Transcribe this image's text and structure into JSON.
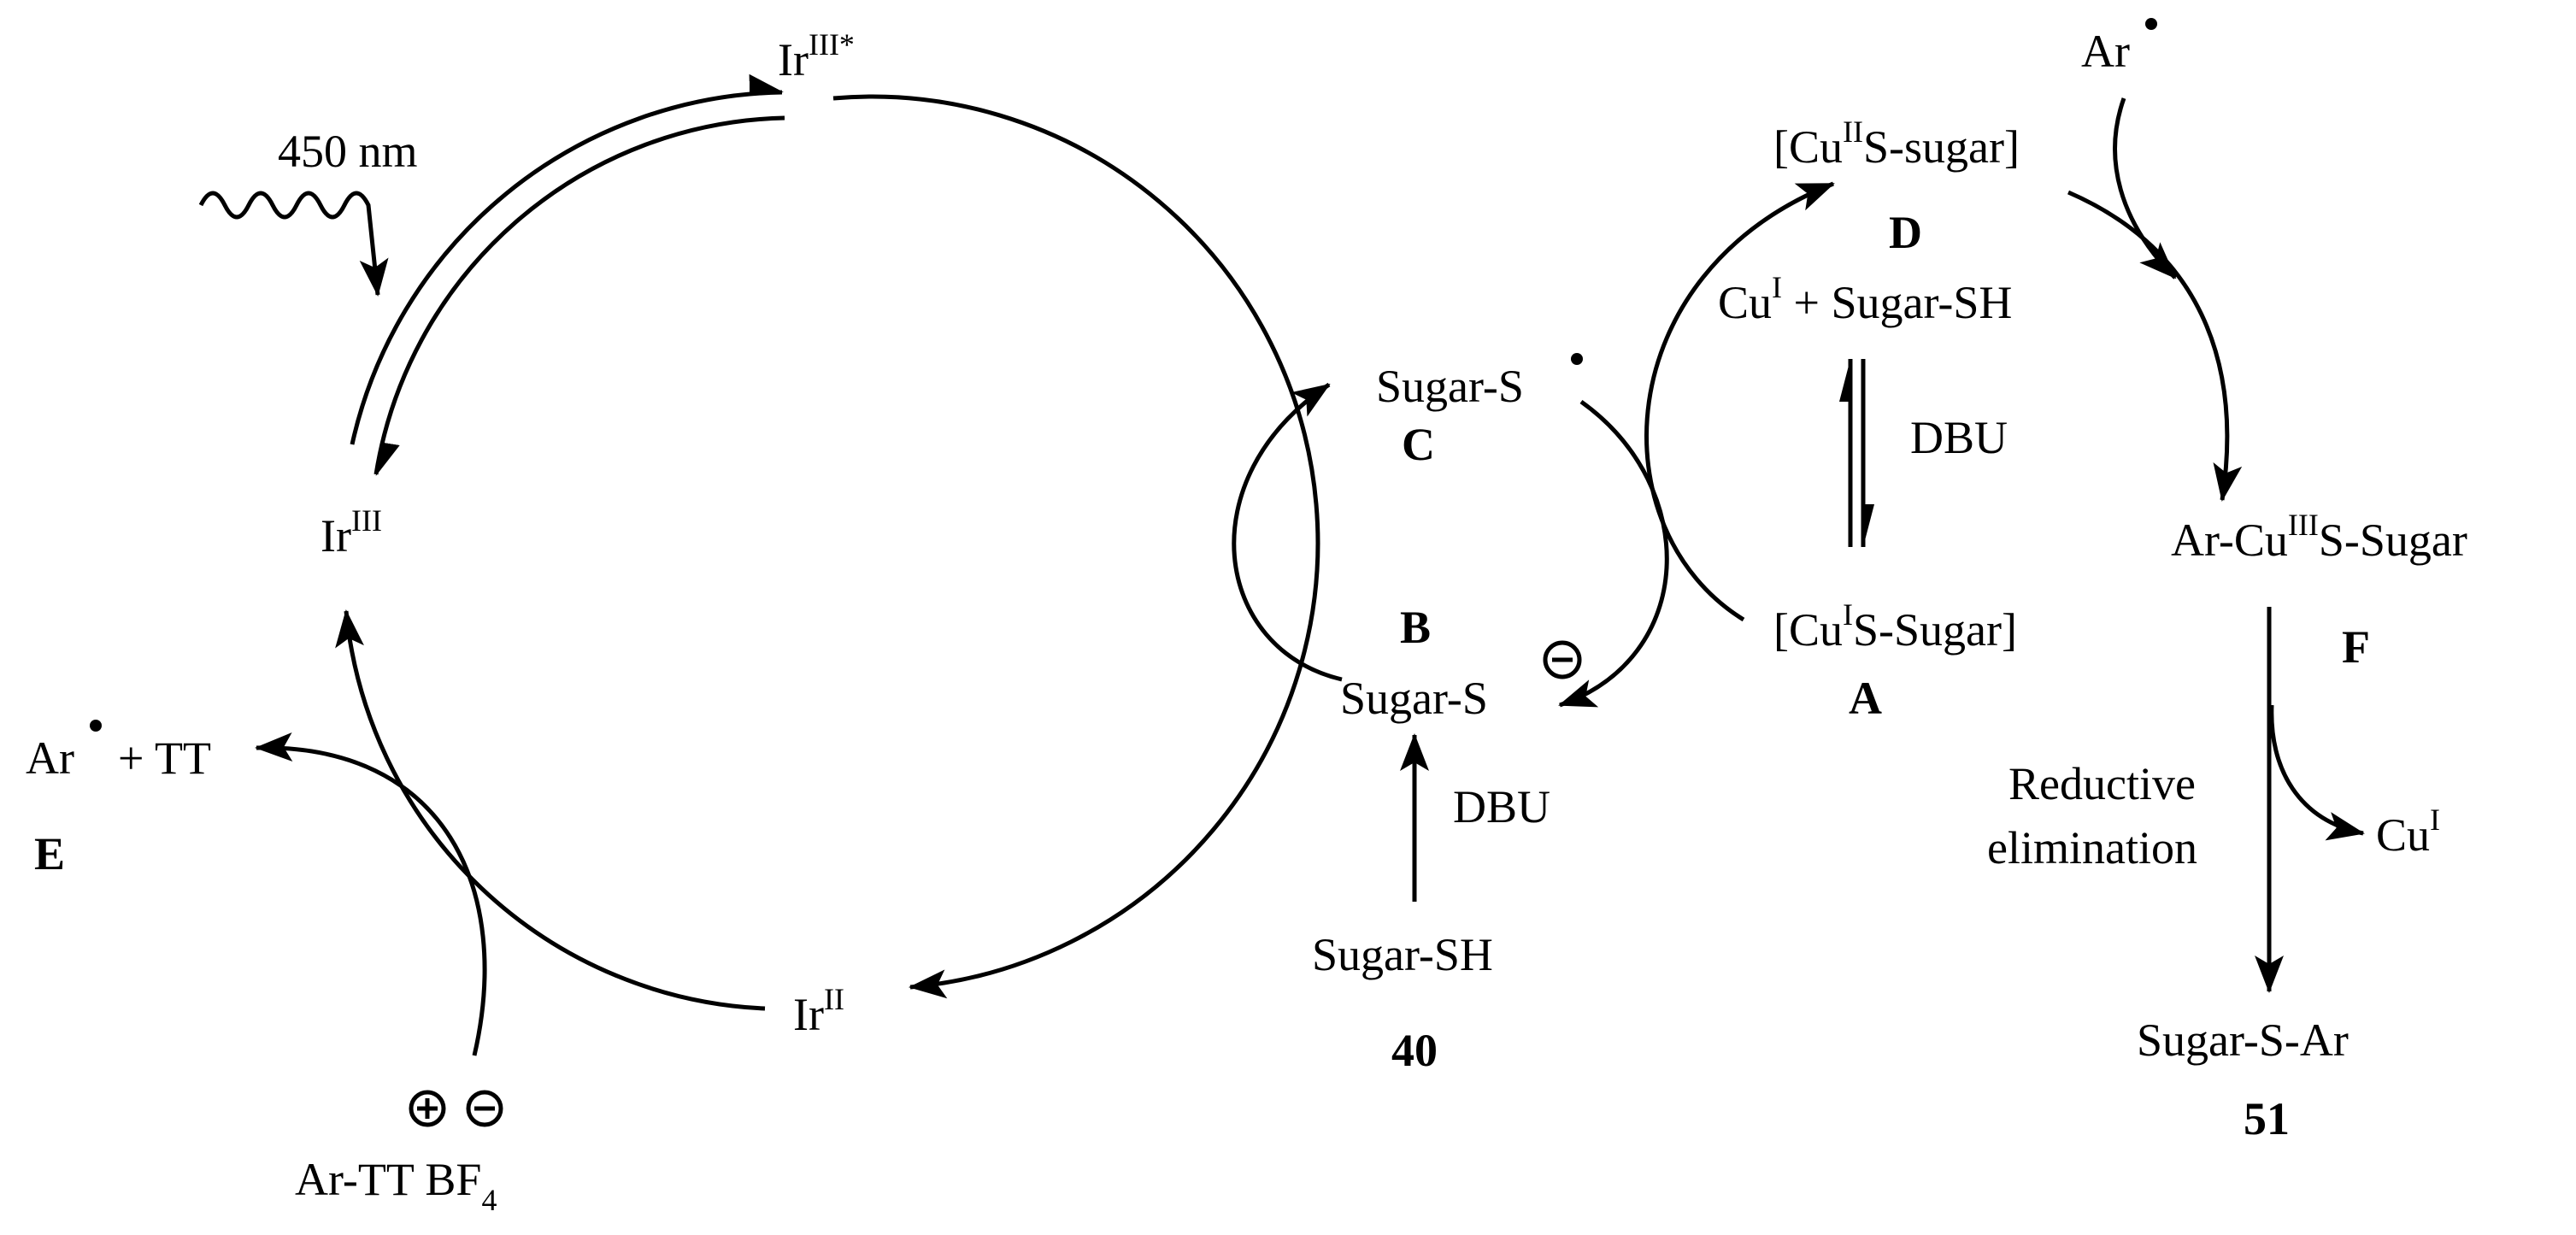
{
  "ir_cycle": {
    "ir_excited": {
      "base": "Ir",
      "sup": "III*"
    },
    "ir_ground": {
      "base": "Ir",
      "sup": "III"
    },
    "ir_reduced": {
      "base": "Ir",
      "sup": "II"
    },
    "light": "450 nm"
  },
  "aryl_radical_gen": {
    "radical": "Ar",
    "plus_tt": "+ TT",
    "label": "E",
    "reagent_base": "Ar-TT BF",
    "reagent_sub": "4"
  },
  "thiolate_cycle": {
    "radical": "Sugar-S",
    "radical_label": "C",
    "anion": "Sugar-S",
    "anion_label": "B",
    "base": "DBU",
    "start": "Sugar-SH",
    "start_label": "40"
  },
  "cu_cycle": {
    "cu2": {
      "open": "[Cu",
      "sup": "II",
      "rest": "S-sugar]"
    },
    "cu2_label": "D",
    "cu1_mix": {
      "base": "Cu",
      "sup": "I",
      "rest": " + Sugar-SH"
    },
    "equilibrium_reagent": "DBU",
    "cu1": {
      "open": "[Cu",
      "sup": "I",
      "rest": "S-Sugar]"
    },
    "cu1_label": "A",
    "aryl_radical": "Ar",
    "cu3": {
      "open": "Ar-Cu",
      "sup": "III",
      "rest": "S-Sugar"
    },
    "cu3_label": "F",
    "step": [
      "Reductive",
      "elimination"
    ],
    "released": {
      "base": "Cu",
      "sup": "I"
    },
    "product": "Sugar-S-Ar",
    "product_label": "51"
  }
}
